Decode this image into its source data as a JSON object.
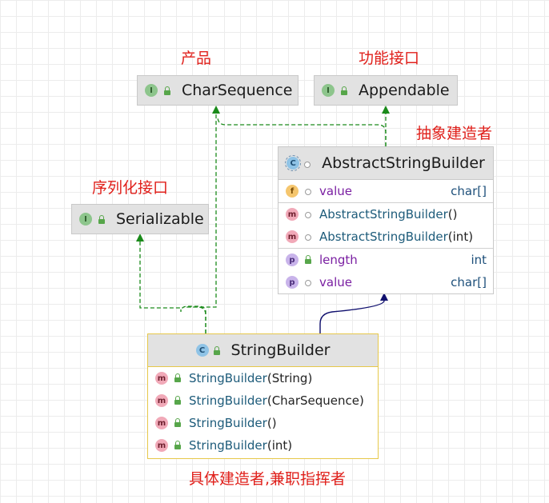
{
  "annotations": {
    "product": "产品",
    "functional_interface": "功能接口",
    "abstract_builder": "抽象建造者",
    "serializable_interface": "序列化接口",
    "concrete_builder": "具体建造者,兼职指挥者"
  },
  "interfaces": {
    "char_sequence": {
      "badge": "I",
      "name": "CharSequence"
    },
    "appendable": {
      "badge": "I",
      "name": "Appendable"
    },
    "serializable": {
      "badge": "I",
      "name": "Serializable"
    }
  },
  "abstract_string_builder": {
    "badge": "C",
    "name": "AbstractStringBuilder",
    "fields": [
      {
        "badge": "f",
        "name": "value",
        "type": "char[]"
      }
    ],
    "methods": [
      {
        "badge": "m",
        "name": "AbstractStringBuilder",
        "params_open": "(",
        "params": "",
        "params_close": ")"
      },
      {
        "badge": "m",
        "name": "AbstractStringBuilder",
        "params_open": "(",
        "params": "int",
        "params_close": ")"
      }
    ],
    "properties": [
      {
        "badge": "p",
        "name": "length",
        "type": "int"
      },
      {
        "badge": "p",
        "name": "value",
        "type": "char[]"
      }
    ]
  },
  "string_builder": {
    "badge": "C",
    "name": "StringBuilder",
    "methods": [
      {
        "badge": "m",
        "name": "StringBuilder",
        "params_open": "(",
        "params": "String",
        "params_close": ")"
      },
      {
        "badge": "m",
        "name": "StringBuilder",
        "params_open": "(",
        "params": "CharSequence",
        "params_close": ")"
      },
      {
        "badge": "m",
        "name": "StringBuilder",
        "params_open": "(",
        "params": "",
        "params_close": ")"
      },
      {
        "badge": "m",
        "name": "StringBuilder",
        "params_open": "(",
        "params": "int",
        "params_close": ")"
      }
    ]
  },
  "colors": {
    "annotation": "#e0201b",
    "implements_arrow": "#1a8a1a",
    "extends_arrow": "#10106e",
    "highlight_border": "#e6c84a"
  }
}
